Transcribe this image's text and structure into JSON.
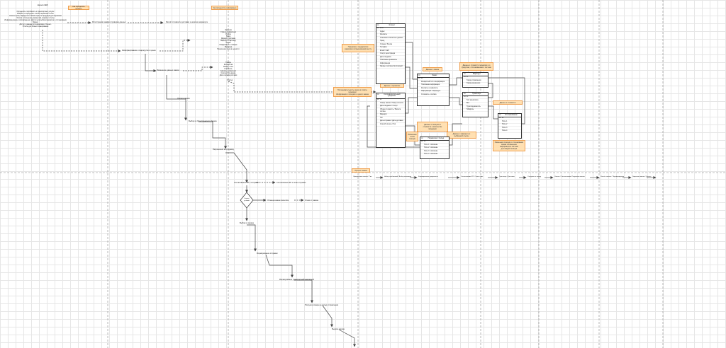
{
  "top_left": {
    "title": "Начало КЕВ",
    "description": [
      "Определить потребность в транспортных услугах",
      "Выбрать и определить способ перевозки и ключ",
      "Список стран, маршрутов и объём сырья и продукции для перевозки",
      "Оплата и получение документов, форма и отчёты",
      "Информационное сопровождение. Доступ для выбора маршрута и отслеживания",
      "Бизнес",
      "Доступ к данным по перевозкам и бизнес-",
      "Отчёты для бизнес-планирования"
    ]
  },
  "notes": {
    "note1": "Как определить процесс",
    "note2": "Как определить информацию",
    "note3": "Перевозка с предприятия\nзаказчика к определённому месту",
    "note4": "Последовательность заказа и оплаты\nперевозки\nИнформация о позициях и одного заказа",
    "note5": "Данные о перевозке",
    "note6": "Данные о заказе",
    "note7": "Данные о стоимости перевозки и о\nсредствах, отслеживаемых в системе",
    "note8": "Данные о позициях в\nстоимости и количестве\nпродукции",
    "note9": "Изменение\nчисла\nпозиции",
    "note10": "Данные о маршруте и\nвыбранной ссылке",
    "note11": "Данные о стоимости",
    "note12": "Изменения позиции и отслеживания\nзаказа и изменение\nинформации в системе\nдля каждой позиции",
    "note13": "Процесс заказа"
  },
  "flow1": {
    "step1": "Регистрация заказа и проверка данных",
    "step2": "Расчёт стоимости доставки и наличие маршрута",
    "step3": "Информирование о маршрутах и ценах",
    "list1": [
      "Заказчик",
      "Страна отправления",
      "Регион",
      "Город",
      "Маршрут доставки",
      "Маршрут к партнёру",
      "Сырьё",
      "Информация о товарах",
      "Вид груза",
      "Назначение груза и ценности"
    ],
    "list2": [
      "Товары",
      "Количество",
      "Размер и вес",
      "Стоимость",
      "Единицы измерения",
      "Количество единиц",
      "Дата и время доставки"
    ],
    "step4": "Изменение данных заказа",
    "step5": "Оплата заказа",
    "step6": "Выбор из Логистического Заказа",
    "step7": "Разрешение на отправку",
    "step8": "Статус"
  },
  "flow2": {
    "step1": "Согласование КП и отправки",
    "step1b": "Согласование КП и план отправок",
    "decision": "Оценка\nусловий",
    "step2": "Отмена заказа клиентом",
    "step2b": "Отказ от заказа",
    "step3": "Выбор из заказа",
    "step4": "Формирование отправки",
    "step5": "Формирование транспортной накладной",
    "step6": "Погрузка товара на склад отправления",
    "step7": "Выдача заказа"
  },
  "row_flow": [
    "Оформление заказа / Тип",
    "Набор требований / Выбор заказчика",
    "Формирование документов",
    "Согласование КП / Ответствие",
    "Транспорт / Доставка",
    "Отгрузка по заказу",
    "Оплата / Согласование Получения заказа",
    "Расчёт оплаты / Подтверждение",
    "Закрытие заказа / Оплата"
  ],
  "entities": {
    "client": {
      "name": "Клиент",
      "fields": [
        [
          "PK",
          "ИНН"
        ],
        [
          "",
          "Адрес"
        ],
        [
          "",
          "Контакты"
        ],
        [
          "",
          "Основные контактные данные"
        ],
        [
          "",
          "Город"
        ],
        [
          "",
          "Страна / Регион"
        ],
        [
          "",
          "Телефон"
        ],
        [
          "",
          "Email / Сайт"
        ],
        [
          "",
          "Статус регистрации"
        ],
        [
          "",
          "Дата создания"
        ],
        [
          "",
          "Платёжные реквизиты"
        ],
        [
          "",
          "Информация"
        ],
        [
          "",
          "Заказы и количество позиций"
        ]
      ]
    },
    "order": {
      "name": "Сопроводительный документ",
      "fields": [
        [
          "PK",
          "ID"
        ],
        [
          "",
          "Номер заказа / Номер клиента"
        ],
        [
          "",
          "Дата создания / Статус"
        ],
        [
          "",
          "Общая стоимость / Валюта оплаты"
        ],
        [
          "",
          "Маршрут"
        ],
        [
          "",
          "Тип"
        ],
        [
          "",
          "Дата отправки / Дата доставки"
        ],
        [
          "",
          "Способ оплаты / Тип"
        ]
      ]
    },
    "cargo": {
      "name": "Перевозка / Склад",
      "fields": [
        [
          "PK",
          "ID"
        ],
        [
          "",
          "Поле 1 / описание"
        ],
        [
          "",
          "Поле 2 / описание"
        ],
        [
          "",
          "Поле 3 / описание"
        ],
        [
          "",
          "Поле 4 / описание"
        ]
      ]
    },
    "shipment": {
      "name": "Заказ",
      "fields": [
        [
          "PK",
          "ID"
        ],
        [
          "",
          "Конкретный тип и информация"
        ],
        [
          "",
          "Платёжная информация"
        ],
        [
          "",
          "Контакты и реквизиты"
        ],
        [
          "",
          "Информация о маршруте"
        ],
        [
          "",
          "Стоимость и оплата"
        ]
      ]
    },
    "route": {
      "name": "Маршрут",
      "fields": [
        [
          "PK",
          "ID"
        ],
        [
          "",
          "Город отправления"
        ],
        [
          "",
          "Город назначения"
        ]
      ]
    },
    "transport": {
      "name": "Транспорт",
      "fields": [
        [
          "PK",
          "ID"
        ],
        [
          "",
          "Тип транспорта"
        ],
        [
          "",
          "Вес"
        ],
        [
          "",
          "Грузоподъёмность"
        ],
        [
          "",
          "Габариты"
        ]
      ]
    },
    "dispatch": {
      "name": "Отслеживание",
      "fields": [
        [
          "PK",
          "ID"
        ],
        [
          "",
          "Поле 1"
        ],
        [
          "",
          "Поле 2"
        ],
        [
          "",
          "Поле 3"
        ],
        [
          "",
          "Поле 4"
        ]
      ]
    }
  },
  "colors": {
    "note_fill": "#ffe0b2",
    "note_border": "#f0a050",
    "line": "#444444",
    "dashed": "#888888",
    "grid": "#e6e6e6"
  }
}
